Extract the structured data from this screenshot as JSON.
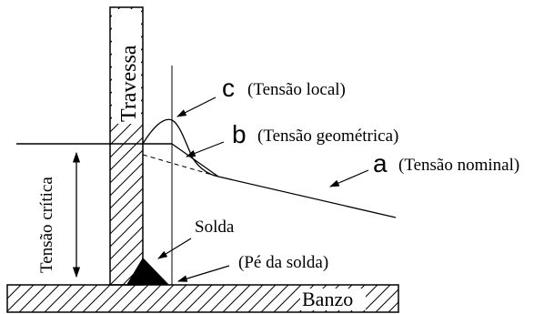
{
  "labels": {
    "travessa": "Travessa",
    "banzo": "Banzo",
    "tensao_critica": "Tensão crítica",
    "solda": "Solda",
    "pe_da_solda": "(Pé da solda)",
    "a_letter": "a",
    "a_text": "(Tensão nominal)",
    "b_letter": "b",
    "b_text": "(Tensão geométrica)",
    "c_letter": "c",
    "c_text": "(Tensão local)"
  },
  "colors": {
    "ink": "#000000",
    "background": "#ffffff"
  }
}
